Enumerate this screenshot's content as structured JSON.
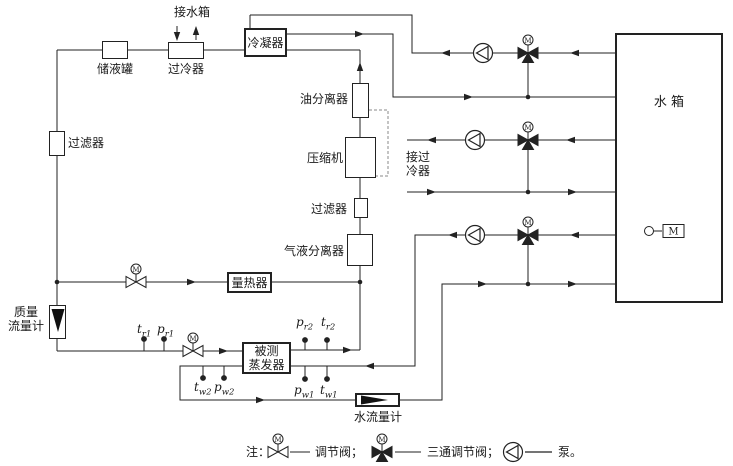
{
  "symbols": {
    "motor_mark": "M"
  },
  "labels": {
    "to_water_tank": "接水箱",
    "receiver": "储液罐",
    "subcooler": "过冷器",
    "condenser": "冷凝器",
    "filter_liquid": "过滤器",
    "oil_separator": "油分离器",
    "compressor": "压缩机",
    "to_subcooler_line1": "接过",
    "to_subcooler_line2": "冷器",
    "filter_suction": "过滤器",
    "gas_liquid_separator": "气液分离器",
    "calorimeter": "量热器",
    "mass_flow_meter_line1": "质量",
    "mass_flow_meter_line2": "流量计",
    "evaporator_line1": "被测",
    "evaporator_line2": "蒸发器",
    "water_tank": "水 箱",
    "water_flow_meter": "水流量计"
  },
  "measure_points": {
    "tr1": {
      "sym": "t",
      "sub": "r1"
    },
    "pr1": {
      "sym": "p",
      "sub": "r1"
    },
    "pr2": {
      "sym": "p",
      "sub": "r2"
    },
    "tr2": {
      "sym": "t",
      "sub": "r2"
    },
    "tw2": {
      "sym": "t",
      "sub": "w2"
    },
    "pw2": {
      "sym": "p",
      "sub": "w2"
    },
    "pw1": {
      "sym": "p",
      "sub": "w1"
    },
    "tw1": {
      "sym": "t",
      "sub": "w1"
    }
  },
  "legend": {
    "note": "注：",
    "regulating_valve": "调节阀；",
    "three_way_valve": "三通调节阀；",
    "pump": "泵。"
  },
  "colors": {
    "line": "#222222",
    "background": "#ffffff"
  }
}
